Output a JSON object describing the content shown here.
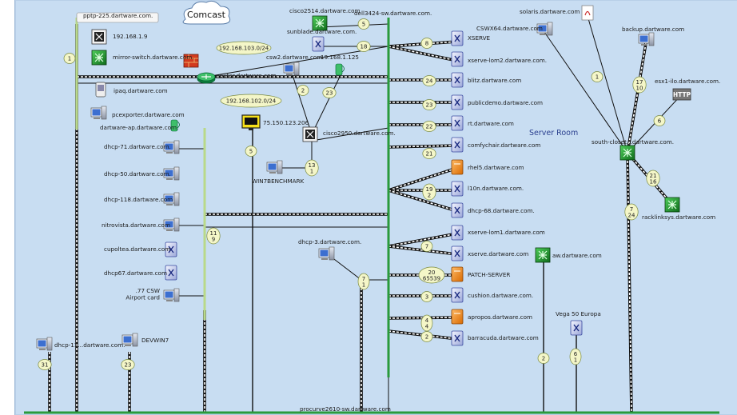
{
  "room_label": "Server Room",
  "cloud": {
    "label": "Comcast"
  },
  "subnets": [
    "192.168.103.0/24",
    "192.168.102.0/24",
    "75.150.123.206"
  ],
  "nodes": [
    {
      "id": "pptp",
      "label": "pptp-225.dartware.com.",
      "icon": "label-box"
    },
    {
      "id": "n192",
      "label": "192.168.1.9",
      "icon": "switch"
    },
    {
      "id": "mirror",
      "label": "mirror-switch.dartware.com.",
      "icon": "switch-green"
    },
    {
      "id": "ipaq",
      "label": "ipaq.dartware.com",
      "icon": "pda"
    },
    {
      "id": "pcexp",
      "label": "pcexporter.dartware.com",
      "icon": "pc"
    },
    {
      "id": "apdart",
      "label": "dartware-ap.dartware.com.",
      "icon": "ap"
    },
    {
      "id": "dhcp71",
      "label": "dhcp-71.dartware.com.",
      "icon": "pc"
    },
    {
      "id": "dhcp50",
      "label": "dhcp-50.dartware.com.",
      "icon": "pc"
    },
    {
      "id": "dhcp118",
      "label": "dhcp-118.dartware.com",
      "icon": "pc"
    },
    {
      "id": "nitro",
      "label": "nitrovista.dartware.com",
      "icon": "pc"
    },
    {
      "id": "cupo",
      "label": "cupoltea.dartware.com",
      "icon": "mac"
    },
    {
      "id": "dhcp67",
      "label": "dhcp67.dartware.com",
      "icon": "mac"
    },
    {
      "id": "csw77",
      "label": ".77 CSW\nAirport card",
      "icon": "pc"
    },
    {
      "id": "dhcp11",
      "label": "dhcp-11...dartware.com.",
      "icon": "pc"
    },
    {
      "id": "devwin",
      "label": "DEVWIN7",
      "icon": "pc"
    },
    {
      "id": "router",
      "label": "router.dartware.com.",
      "icon": "router"
    },
    {
      "id": "csw2",
      "label": "csw2.dartware.com",
      "icon": "pc"
    },
    {
      "id": "n19",
      "label": "19.168.1.125",
      "icon": "ap"
    },
    {
      "id": "cisco2514",
      "label": "cisco2514.dartware.com",
      "icon": "switch-green"
    },
    {
      "id": "sunblade",
      "label": "sunblade.dartware.com.",
      "icon": "mac"
    },
    {
      "id": "dell3424",
      "label": "dell3424-sw.dartware.com.",
      "icon": "none"
    },
    {
      "id": "cisco2950",
      "label": "cisco2950.dartware.com.",
      "icon": "switch"
    },
    {
      "id": "win7b",
      "label": "WIN7BENCHMARK",
      "icon": "pc"
    },
    {
      "id": "fw",
      "label": "75.150.123.206",
      "icon": "monitor-yellow"
    },
    {
      "id": "dhcp3",
      "label": "dhcp-3.dartware.com.",
      "icon": "pc"
    },
    {
      "id": "xserve",
      "label": "XSERVE",
      "icon": "mac"
    },
    {
      "id": "xlom2",
      "label": "xserve-lom2.dartware.com.",
      "icon": "mac"
    },
    {
      "id": "blitz",
      "label": "blitz.dartware.com",
      "icon": "mac"
    },
    {
      "id": "pubdemo",
      "label": "publicdemo.dartware.com",
      "icon": "mac"
    },
    {
      "id": "rt",
      "label": "rt.dartware.com",
      "icon": "mac"
    },
    {
      "id": "comfy",
      "label": "comfychair.dartware.com",
      "icon": "mac"
    },
    {
      "id": "rhel5",
      "label": "rhel5.dartware.com",
      "icon": "orange"
    },
    {
      "id": "l10n",
      "label": "l10n.dartware.com.",
      "icon": "mac"
    },
    {
      "id": "dhcp68",
      "label": "dhcp-68.dartware.com.",
      "icon": "mac"
    },
    {
      "id": "xlom1",
      "label": "xserve-lom1.dartware.com",
      "icon": "mac"
    },
    {
      "id": "xsdw",
      "label": "xserve.dartware.com",
      "icon": "mac"
    },
    {
      "id": "patch",
      "label": "PATCH-SERVER",
      "icon": "orange"
    },
    {
      "id": "cushion",
      "label": "cushion.dartware.com.",
      "icon": "mac"
    },
    {
      "id": "apropos",
      "label": "apropos.dartware.com",
      "icon": "orange"
    },
    {
      "id": "barracuda",
      "label": "barracuda.dartware.com",
      "icon": "mac"
    },
    {
      "id": "aw",
      "label": "aw.dartware.com",
      "icon": "switch-green"
    },
    {
      "id": "vega",
      "label": "Vega 50 Europa",
      "icon": "mac"
    },
    {
      "id": "solaris",
      "label": "solaris.dartware.com",
      "icon": "solaris"
    },
    {
      "id": "cswx64",
      "label": "CSWX64.dartware.com",
      "icon": "pc"
    },
    {
      "id": "backup",
      "label": "backup.dartware.com",
      "icon": "pc"
    },
    {
      "id": "esx1",
      "label": "esx1-ilo.dartware.com.",
      "icon": "http"
    },
    {
      "id": "southcl",
      "label": "south-closet...dartware.com.",
      "icon": "switch-green"
    },
    {
      "id": "racklink",
      "label": "racklinksys.dartware.com",
      "icon": "switch-green"
    },
    {
      "id": "procurve",
      "label": "procurve2610-sw.dartware.com",
      "icon": "none"
    }
  ],
  "port_badges": [
    "1",
    "5",
    "18",
    "8",
    "24",
    "23",
    "22",
    "21",
    "19\n2",
    "7",
    "20\n65539",
    "3",
    "4\n4",
    "2",
    "2",
    "13\n1",
    "2",
    "23",
    "5",
    "11\n9",
    "31",
    "23",
    "7\n1",
    "6\n1",
    "1",
    "17\n10",
    "6",
    "21\n16",
    "7\n24"
  ],
  "colors": {
    "bg": "#c8ddf2",
    "backbone": "#2a9a3c",
    "link": "#111111",
    "badge": "#f4f6c8"
  }
}
